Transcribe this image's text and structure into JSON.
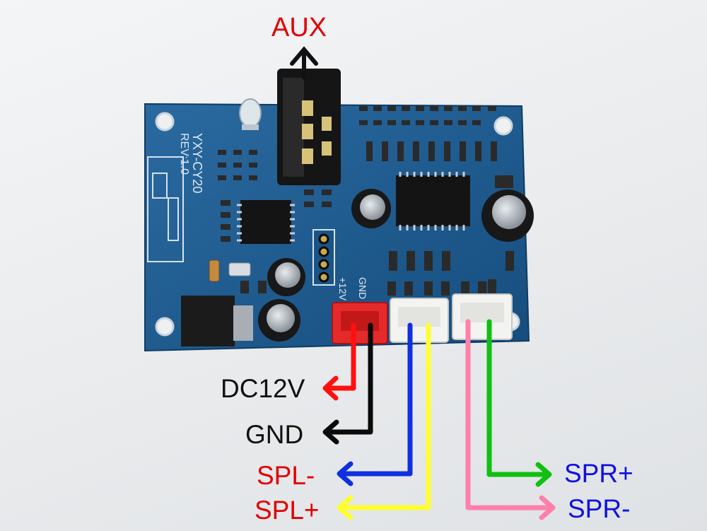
{
  "labels": {
    "aux": "AUX",
    "dc12v": "DC12V",
    "gnd": "GND",
    "spl_minus": "SPL-",
    "spl_plus": "SPL+",
    "spr_plus": "SPR+",
    "spr_minus": "SPR-"
  },
  "board": {
    "model": "YXY-CY20",
    "revision": "REV:1.0",
    "power_marking": "+12V",
    "ground_marking": "GND"
  },
  "colors": {
    "aux_label": "#e00000",
    "dc12v_label": "#111111",
    "gnd_label": "#111111",
    "spl_minus_label": "#e00000",
    "spl_plus_label": "#e00000",
    "spr_plus_label": "#1010e0",
    "spr_minus_label": "#1010e0",
    "pcb": "#1c5a8e",
    "wire_red": "#ff1010",
    "wire_black": "#0a0a0a",
    "wire_blue": "#1030e0",
    "wire_yellow": "#ffff30",
    "wire_pink": "#ff80a8",
    "wire_green": "#10c010"
  }
}
